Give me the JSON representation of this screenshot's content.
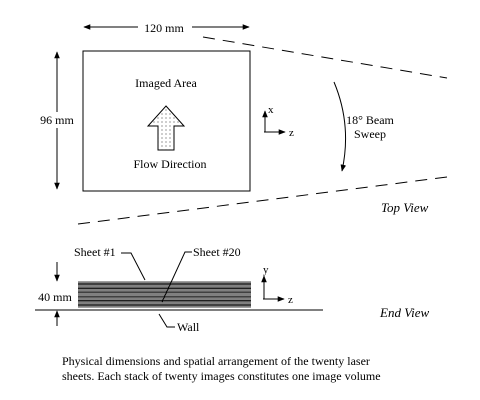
{
  "top_view": {
    "width_label": "120 mm",
    "height_label": "96 mm",
    "imaged_area_label": "Imaged Area",
    "flow_label": "Flow Direction",
    "axis_x": "x",
    "axis_z": "z",
    "beam_line1": "18° Beam",
    "beam_line2": "Sweep",
    "view_title": "Top View"
  },
  "end_view": {
    "sheet_first_label": "Sheet #1",
    "sheet_last_label": "Sheet #20",
    "height_label": "40 mm",
    "wall_label": "Wall",
    "axis_y": "y",
    "axis_z": "z",
    "view_title": "End View",
    "sheet_count": 20
  },
  "caption": {
    "line1": "Physical dimensions and spatial arrangement of the twenty laser",
    "line2": "sheets. Each stack of twenty images constitutes one image volume"
  }
}
